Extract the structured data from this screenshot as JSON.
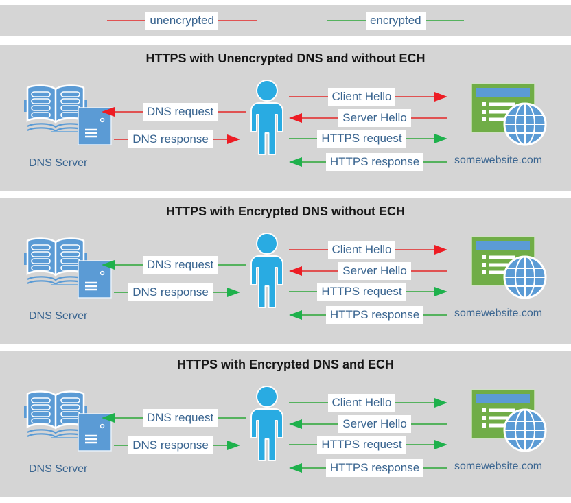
{
  "legend": {
    "items": [
      {
        "label": "unencrypted",
        "type": "unencrypted"
      },
      {
        "label": "encrypted",
        "type": "encrypted"
      }
    ]
  },
  "colors": {
    "unencrypted_line": "#e05252",
    "unencrypted_head": "#ed1c24",
    "encrypted_line": "#55b25e",
    "encrypted_head": "#1eb14c",
    "panel_background": "#d5d5d5",
    "label_text": "#3a6590",
    "person_blue": "#29abe2",
    "icon_blue": "#5b9bd5",
    "website_green": "#70ad47"
  },
  "panels": [
    {
      "title": "HTTPS with Unencrypted DNS and without ECH",
      "dns_server": {
        "label": "DNS Server"
      },
      "website": {
        "label": "somewebsite.com"
      },
      "client_dns_messages": [
        {
          "label": "DNS request",
          "direction": "left",
          "encryption": "unencrypted"
        },
        {
          "label": "DNS response",
          "direction": "right",
          "encryption": "unencrypted"
        }
      ],
      "client_website_messages": [
        {
          "label": "Client Hello",
          "direction": "right",
          "encryption": "unencrypted"
        },
        {
          "label": "Server Hello",
          "direction": "left",
          "encryption": "unencrypted"
        },
        {
          "label": "HTTPS request",
          "direction": "right",
          "encryption": "encrypted"
        },
        {
          "label": "HTTPS response",
          "direction": "left",
          "encryption": "encrypted"
        }
      ]
    },
    {
      "title": "HTTPS with Encrypted DNS without ECH",
      "dns_server": {
        "label": "DNS Server"
      },
      "website": {
        "label": "somewebsite.com"
      },
      "client_dns_messages": [
        {
          "label": "DNS request",
          "direction": "left",
          "encryption": "encrypted"
        },
        {
          "label": "DNS response",
          "direction": "right",
          "encryption": "encrypted"
        }
      ],
      "client_website_messages": [
        {
          "label": "Client Hello",
          "direction": "right",
          "encryption": "unencrypted"
        },
        {
          "label": "Server Hello",
          "direction": "left",
          "encryption": "unencrypted"
        },
        {
          "label": "HTTPS request",
          "direction": "right",
          "encryption": "encrypted"
        },
        {
          "label": "HTTPS response",
          "direction": "left",
          "encryption": "encrypted"
        }
      ]
    },
    {
      "title": "HTTPS with Encrypted DNS and ECH",
      "dns_server": {
        "label": "DNS Server"
      },
      "website": {
        "label": "somewebsite.com"
      },
      "client_dns_messages": [
        {
          "label": "DNS request",
          "direction": "left",
          "encryption": "encrypted"
        },
        {
          "label": "DNS response",
          "direction": "right",
          "encryption": "encrypted"
        }
      ],
      "client_website_messages": [
        {
          "label": "Client Hello",
          "direction": "right",
          "encryption": "encrypted"
        },
        {
          "label": "Server Hello",
          "direction": "left",
          "encryption": "encrypted"
        },
        {
          "label": "HTTPS request",
          "direction": "right",
          "encryption": "encrypted"
        },
        {
          "label": "HTTPS response",
          "direction": "left",
          "encryption": "encrypted"
        }
      ]
    }
  ]
}
